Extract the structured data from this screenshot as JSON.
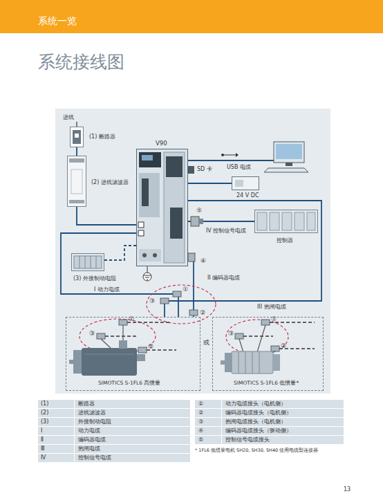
{
  "diagram": {
    "title": "系统接线图",
    "nodes": [
      {
        "text": [
          "系统一览"
        ]
      },
      {
        "text": [
          "(1) 断路器"
        ]
      },
      {
        "text": [
          "(2) 进线滤波器"
        ]
      },
      {
        "text": [
          "V90"
        ]
      },
      {
        "text": [
          "SD 卡"
        ]
      },
      {
        "text": [
          "24 V DC"
        ]
      },
      {
        "text": [
          "控制器"
        ]
      },
      {
        "text": [
          "(3) 外接制动电阻"
        ]
      },
      {
        "text": [
          "SIMOTICS S-1FL6 高惯量"
        ]
      },
      {
        "text": [
          "SIMOTICS S-1FL6 低惯量*"
        ]
      }
    ],
    "edges": [
      {
        "from": 1,
        "to": 2,
        "arrow": "none"
      },
      {
        "from": 2,
        "to": 3,
        "arrow": "none"
      },
      {
        "from": 3,
        "to": 5,
        "arrow": "none"
      },
      {
        "from": 3,
        "to": 6,
        "arrow": "none",
        "label": "IV 控制信号电缆"
      },
      {
        "from": 7,
        "to": 3,
        "arrow": "none"
      },
      {
        "from": 3,
        "to": 8,
        "arrow": "none",
        "label": "I 动力电缆"
      },
      {
        "from": 3,
        "to": 8,
        "arrow": "none",
        "label": "II 编码器电缆"
      },
      {
        "from": 3,
        "to": 8,
        "arrow": "none",
        "label": "III 抱闸电缆"
      }
    ],
    "labels": [
      "进线",
      "USB 电缆",
      "⑤",
      "④",
      "③",
      "①",
      "②",
      "或",
      "①",
      "③",
      "②",
      "①",
      "③",
      "②",
      "(1)",
      "断路器",
      "(2)",
      "进线滤波器",
      "(3)",
      "外接制动电阻",
      "Ⅰ",
      "动力电缆",
      "Ⅱ",
      "编码器电缆",
      "Ⅲ",
      "抱闸电缆",
      "Ⅳ",
      "控制信号电缆",
      "①",
      "动力电缆接头（电机侧）",
      "②",
      "编码器电缆接头（电机侧）",
      "③",
      "抱闸电缆接头（电机侧）",
      "④",
      "编码器电缆接头（驱动侧）",
      "⑤",
      "控制信号电缆接头",
      "* 1FL6 低惯量电机 SH20, SH30, SH40 使用电缆型连接器",
      "13"
    ]
  }
}
